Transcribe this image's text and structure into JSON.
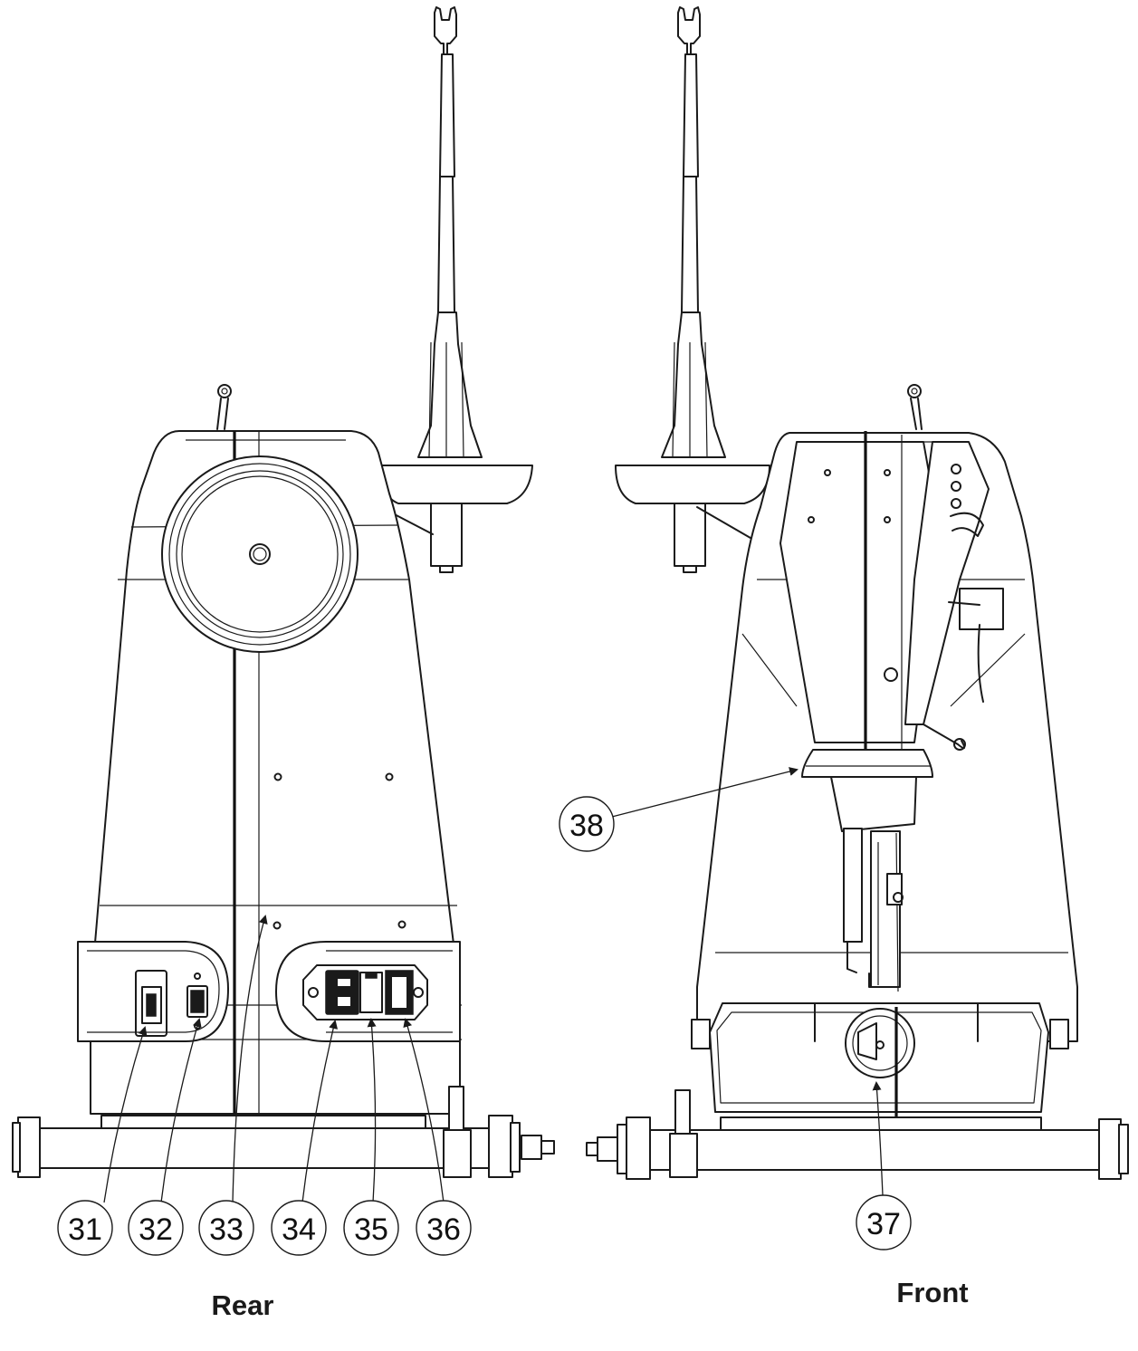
{
  "views": {
    "rear": {
      "caption": "Rear"
    },
    "front": {
      "caption": "Front"
    }
  },
  "callouts": {
    "c31": "31",
    "c32": "32",
    "c33": "33",
    "c34": "34",
    "c35": "35",
    "c36": "36",
    "c37": "37",
    "c38": "38"
  }
}
